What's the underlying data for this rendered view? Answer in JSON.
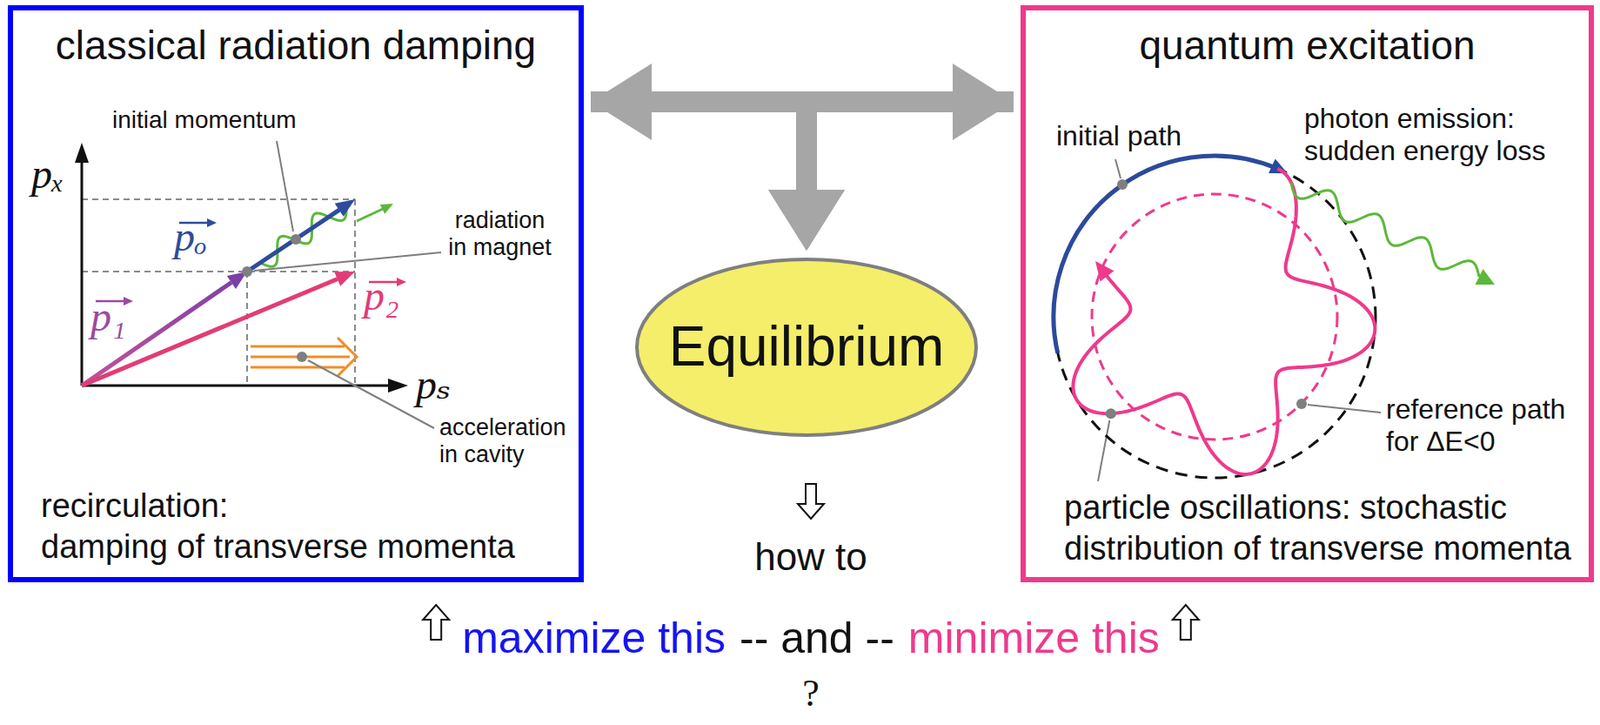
{
  "diagram": {
    "nodes": [
      {
        "text": [
          "classical radiation damping",
          "recirculation:",
          "damping of transverse momenta"
        ]
      },
      {
        "text": [
          "Equilibrium"
        ]
      },
      {
        "text": [
          "quantum excitation",
          "particle oscillations: stochastic distribution of transverse momenta"
        ]
      }
    ],
    "edges": [
      {
        "from": 0,
        "to": 2,
        "arrow": "both"
      },
      {
        "from": 0,
        "to": 1,
        "arrow": "to"
      },
      {
        "from": 2,
        "to": 1,
        "arrow": "to"
      }
    ],
    "labels": [
      "initial momentum",
      "pₓ",
      "pₒ",
      "radiation in magnet",
      "p₁",
      "p₂",
      "pₛ",
      "acceleration in cavity",
      "initial path",
      "photon emission: sudden energy loss",
      "reference path for ΔE<0",
      "how to",
      "maximize this",
      "-- and --",
      "minimize this",
      "?"
    ]
  }
}
